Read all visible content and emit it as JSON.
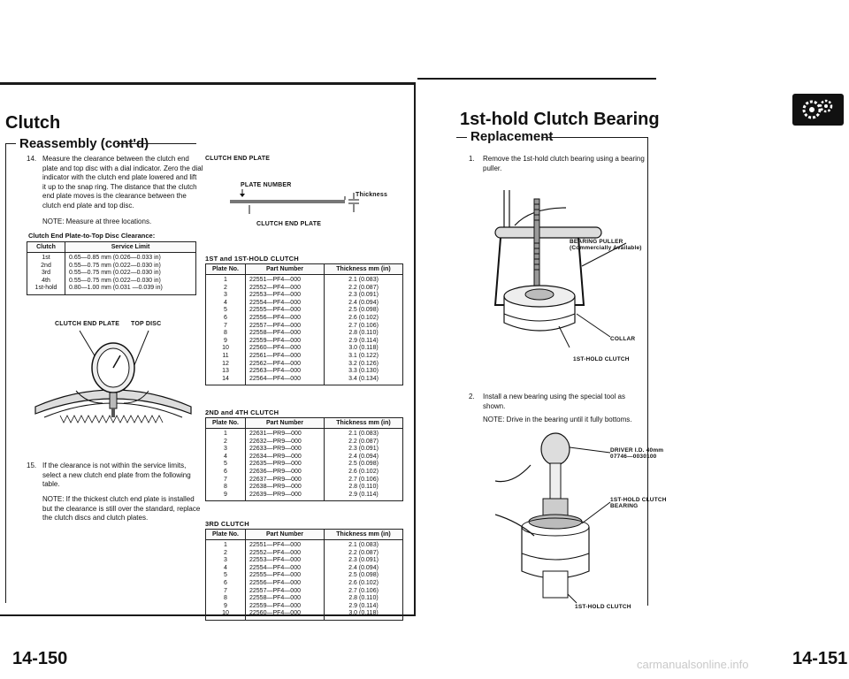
{
  "left": {
    "title": "Clutch",
    "subtitle": "Reassembly (cont'd)",
    "step14": {
      "num": "14.",
      "lines": [
        "Measure the clearance between the clutch end",
        "plate and top disc with a dial indicator. Zero the dial",
        "indicator with the clutch end plate lowered and lift",
        "it up to the snap ring. The distance that the clutch",
        "end plate moves is the clearance between the",
        "clutch end plate and top disc."
      ],
      "note": "NOTE: Measure at three locations."
    },
    "table_caption": "Clutch End Plate-to-Top Disc Clearance:",
    "clearance_table": {
      "headers": [
        "Clutch",
        "Service Limit"
      ],
      "clutches": [
        "1st",
        "2nd",
        "3rd",
        "4th",
        "1st-hold"
      ],
      "limits": [
        "0.65—0.85 mm (0.026—0.033 in)",
        "0.55—0.75 mm (0.022—0.030 in)",
        "0.55—0.75 mm (0.022—0.030 in)",
        "0.55—0.75 mm (0.022—0.030 in)",
        "0.80—1.00 mm (0.031 —0.039 in)"
      ]
    },
    "illus_labels": {
      "end_plate": "CLUTCH END PLATE",
      "top_disc": "TOP DISC"
    },
    "step15": {
      "num": "15.",
      "lines": [
        "If the clearance is not within the service limits,",
        "select a new clutch end plate from the following",
        "table."
      ],
      "note_lines": [
        "NOTE: If the thickest clutch end plate is installed",
        "but the clearance is still over the standard, replace",
        "the clutch discs and clutch plates."
      ]
    },
    "page_number": "14-150"
  },
  "middle": {
    "diagram_title": "CLUTCH END PLATE",
    "plate_number_label": "PLATE NUMBER",
    "thickness_label": "Thickness",
    "diagram_caption": "CLUTCH END PLATE",
    "headers": [
      "Plate No.",
      "Part Number",
      "Thickness mm (in)"
    ],
    "tables": [
      {
        "title": "1ST and 1ST-HOLD CLUTCH",
        "plate_nos": [
          "1",
          "2",
          "3",
          "4",
          "5",
          "6",
          "7",
          "8",
          "9",
          "10",
          "11",
          "12",
          "13",
          "14"
        ],
        "parts": [
          "22551—PF4—000",
          "22552—PF4—000",
          "22553—PF4—000",
          "22554—PF4—000",
          "22555—PF4—000",
          "22556—PF4—000",
          "22557—PF4—000",
          "22558—PF4—000",
          "22559—PF4—000",
          "22560—PF4—000",
          "22561—PF4—000",
          "22562—PF4—000",
          "22563—PF4—000",
          "22564—PF4—000"
        ],
        "thicknesses": [
          "2.1 (0.083)",
          "2.2 (0.087)",
          "2.3 (0.091)",
          "2.4 (0.094)",
          "2.5 (0.098)",
          "2.6 (0.102)",
          "2.7 (0.106)",
          "2.8 (0.110)",
          "2.9 (0.114)",
          "3.0 (0.118)",
          "3.1 (0.122)",
          "3.2 (0.126)",
          "3.3 (0.130)",
          "3.4 (0.134)"
        ]
      },
      {
        "title": "2ND and 4TH CLUTCH",
        "plate_nos": [
          "1",
          "2",
          "3",
          "4",
          "5",
          "6",
          "7",
          "8",
          "9"
        ],
        "parts": [
          "22631—PR9—000",
          "22632—PR9—000",
          "22633—PR9—000",
          "22634—PR9—000",
          "22635—PR9—000",
          "22636—PR9—000",
          "22637—PR9—000",
          "22638—PR9—000",
          "22639—PR9—000"
        ],
        "thicknesses": [
          "2.1 (0.083)",
          "2.2 (0.087)",
          "2.3 (0.091)",
          "2.4 (0.094)",
          "2.5 (0.098)",
          "2.6 (0.102)",
          "2.7 (0.106)",
          "2.8 (0.110)",
          "2.9 (0.114)"
        ]
      },
      {
        "title": "3RD CLUTCH",
        "plate_nos": [
          "1",
          "2",
          "3",
          "4",
          "5",
          "6",
          "7",
          "8",
          "9",
          "10"
        ],
        "parts": [
          "22551—PF4—000",
          "22552—PF4—000",
          "22553—PF4—000",
          "22554—PF4—000",
          "22555—PF4—000",
          "22556—PF4—000",
          "22557—PF4—000",
          "22558—PF4—000",
          "22559—PF4—000",
          "22560—PF4—000"
        ],
        "thicknesses": [
          "2.1 (0.083)",
          "2.2 (0.087)",
          "2.3 (0.091)",
          "2.4 (0.094)",
          "2.5 (0.098)",
          "2.6 (0.102)",
          "2.7 (0.106)",
          "2.8 (0.110)",
          "2.9 (0.114)",
          "3.0 (0.118)"
        ]
      }
    ]
  },
  "right": {
    "title": "1st-hold Clutch Bearing",
    "subtitle": "Replacement",
    "step1": {
      "num": "1.",
      "lines": [
        "Remove the 1st-hold clutch bearing using a bearing",
        "puller."
      ]
    },
    "illus1_labels": {
      "puller": [
        "BEARING PULLER",
        "(Commercially Available)"
      ],
      "collar": "COLLAR",
      "clutch": "1ST-HOLD CLUTCH"
    },
    "step2": {
      "num": "2.",
      "lines": [
        "Install a new bearing using the special tool as",
        "shown."
      ],
      "note": "NOTE: Drive in the bearing until it fully bottoms."
    },
    "illus2_labels": {
      "driver": [
        "DRIVER I.D. 40mm",
        "07746—0030100"
      ],
      "bearing": [
        "1ST-HOLD CLUTCH",
        "BEARING"
      ],
      "clutch": "1ST-HOLD CLUTCH"
    },
    "page_number": "14-151"
  },
  "watermark": "carmanualsonline.info"
}
